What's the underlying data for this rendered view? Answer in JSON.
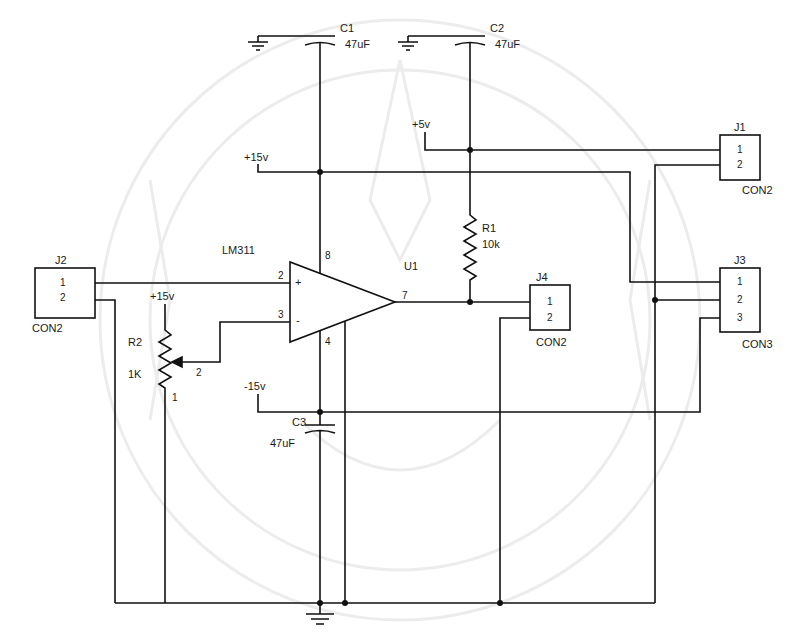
{
  "diagram": {
    "labels": [
      "C1",
      "47uF",
      "C2",
      "47uF",
      "+5v",
      "+15v",
      "J1",
      "1",
      "2",
      "CON2",
      "LM311",
      "R1",
      "10k",
      "U1",
      "J2",
      "1",
      "2",
      "CON2",
      "+15v",
      "2",
      "3",
      "+",
      "-",
      "8",
      "7",
      "4",
      "J4",
      "1",
      "2",
      "CON2",
      "J3",
      "1",
      "2",
      "3",
      "CON3",
      "R2",
      "1K",
      "2",
      "1",
      "-15v",
      "C3",
      "47uF"
    ]
  }
}
